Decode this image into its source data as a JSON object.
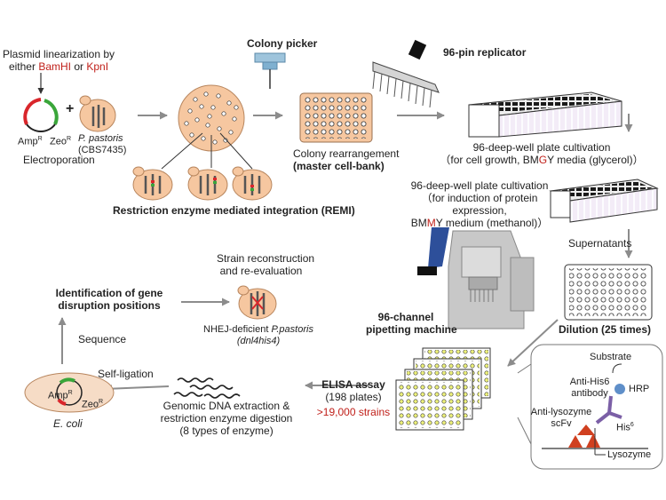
{
  "plasmid": {
    "line1": "Plasmid linearization by",
    "line2_prefix": "either ",
    "enzyme1": "BamHI",
    "or": " or ",
    "enzyme2": "KpnI",
    "amp": "Amp",
    "zeo": "Zeo",
    "resist_sup": "R",
    "plus": "+"
  },
  "yeast": {
    "name": "P. pastoris",
    "strain": "(CBS7435)"
  },
  "electroporation": "Electroporation",
  "colony_picker": "Colony picker",
  "remi": "Restriction enzyme mediated integration (REMI)",
  "colony_rearrangement": {
    "line1": "Colony rearrangement",
    "line2": "(master cell-bank)"
  },
  "pin_replicator": "96-pin replicator",
  "cultivation1": {
    "title": "96-deep-well plate cultivation",
    "detail_prefix": "（for cell growth, BM",
    "detail_red": "G",
    "detail_suffix": "Y media (glycerol)）"
  },
  "cultivation2": {
    "title": "96-deep-well plate cultivation",
    "line2": "（for induction of protein",
    "line3": "expression,",
    "line4_prefix": "BM",
    "line4_red": "M",
    "line4_suffix": "Y medium (methanol)）"
  },
  "supernatants": "Supernatants",
  "dilution": "Dilution (25 times)",
  "pipetting": {
    "line1": "96-channel",
    "line2": "pipetting machine"
  },
  "strain_reconstruction": {
    "line1": "Strain reconstruction",
    "line2": "and re-evaluation"
  },
  "nhej": {
    "line1": "NHEJ-deficient ",
    "species": "P.pastoris",
    "line2": "(dnl4his4)"
  },
  "identification": {
    "line1": "Identification of gene",
    "line2": "disruption positions"
  },
  "sequence": "Sequence",
  "self_ligation": "Self-ligation",
  "ecoli": "E. coli",
  "genomic": {
    "line1": "Genomic DNA extraction &",
    "line2": "restriction enzyme digestion",
    "line3": "(8 types of enzyme)"
  },
  "elisa": {
    "title": "ELISA assay",
    "plates": "(198 plates)",
    "strains": ">19,000 strains"
  },
  "inset": {
    "substrate": "Substrate",
    "hrp": "HRP",
    "anti_his_1": "Anti-His6",
    "anti_his_2": "antibody",
    "anti_lys_1": "Anti-lysozyme",
    "anti_lys_2": "scFv",
    "his": "His",
    "his_sup": "6",
    "lysozyme": "Lysozyme"
  },
  "colors": {
    "cell_fill": "#f6c7a0",
    "cell_stroke": "#b8865e",
    "arrow": "#8c8c8c",
    "plate_green": "#e6f06a",
    "zeo_green": "#3aa63a",
    "amp_red": "#d9262b",
    "accent_red": "#c0201a"
  }
}
